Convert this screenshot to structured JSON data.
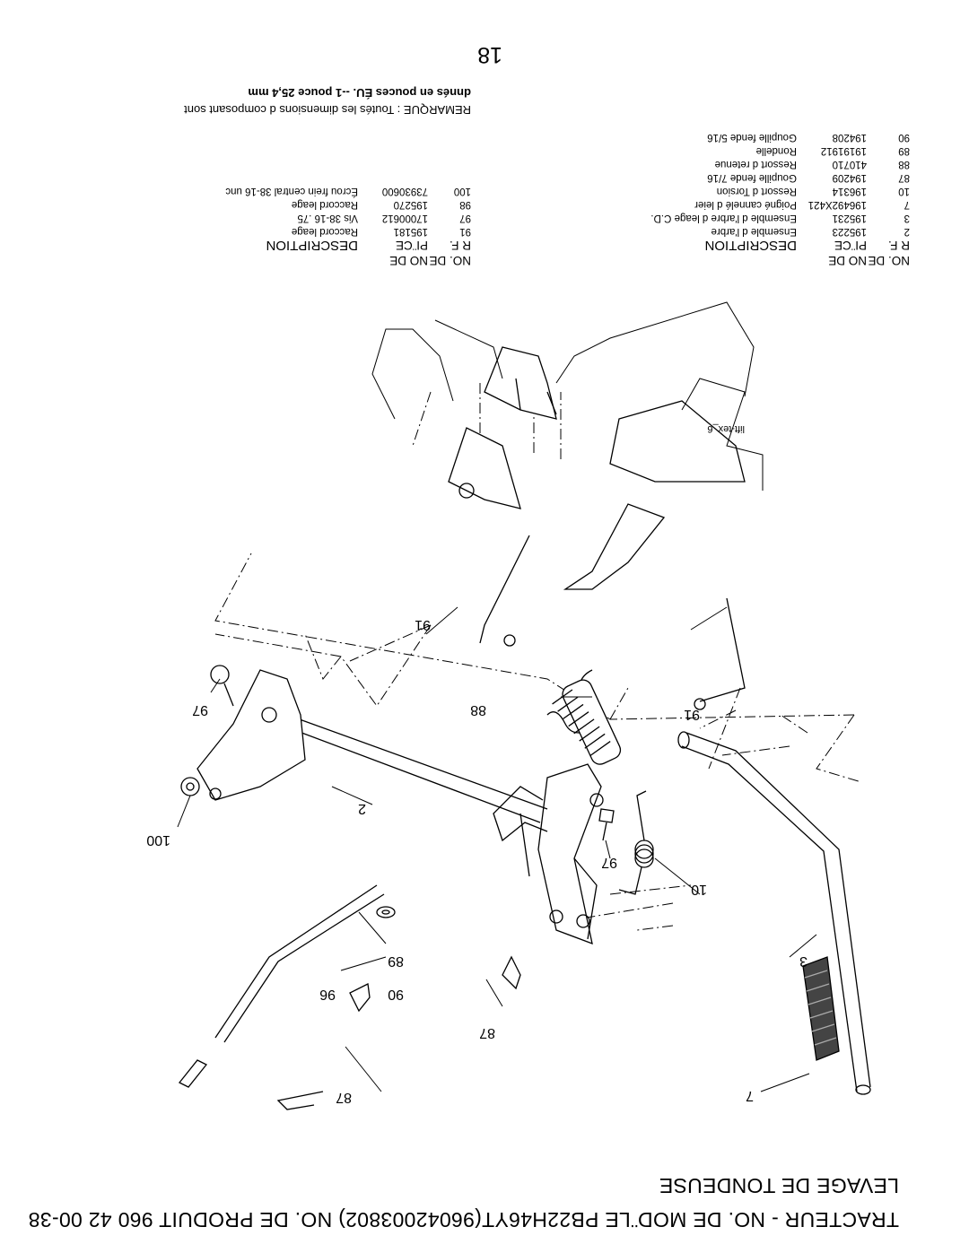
{
  "header": {
    "title_line1": "TRACTEUR - NO. DE MOD¨LE PB22H46YT(96042003802)    NO. DE PRODUIT 960 42 00-38",
    "title_line2": "LEVAGE DE TONDEUSE"
  },
  "diagram": {
    "callouts": {
      "c7": "7",
      "c87a": "87",
      "c3": "3",
      "c96": "96",
      "c90": "90",
      "c87b": "87",
      "c89": "89",
      "c10": "10",
      "c97a": "97",
      "c100": "100",
      "c2": "2",
      "c97b": "97",
      "c88": "88",
      "c91a": "91",
      "c91b": "91"
    },
    "figure_code": "lift-tex_6"
  },
  "table_left": {
    "headers": {
      "ref": "NO. DE R F.",
      "part": "NO DE PI¨CE",
      "desc": "DESCRIPTION"
    },
    "rows": [
      {
        "ref": "2",
        "part": "195223",
        "desc": "Ensemble d l'arbre"
      },
      {
        "ref": "3",
        "part": "195231",
        "desc": "Ensemble d l'arbre d leage C.D."
      },
      {
        "ref": "7",
        "part": "196492X421",
        "desc": "Poigné cannelé d leier"
      },
      {
        "ref": "10",
        "part": "196314",
        "desc": "Ressort  d Torsion"
      },
      {
        "ref": "87",
        "part": "194209",
        "desc": "Goupille  fende  7/16"
      },
      {
        "ref": "88",
        "part": "410710",
        "desc": "Ressort d retenue"
      },
      {
        "ref": "89",
        "part": "19191912",
        "desc": "Rondelle"
      },
      {
        "ref": "90",
        "part": "194208",
        "desc": "Goupille  fende  5/16"
      }
    ]
  },
  "table_right": {
    "headers": {
      "ref": "NO. DE R F.",
      "part": "NO DE PI¨CE",
      "desc": "DESCRIPTION"
    },
    "rows": [
      {
        "ref": "91",
        "part": "195181",
        "desc": "Raccord leage"
      },
      {
        "ref": "97",
        "part": "17000612",
        "desc": "Vis 38-16  .75"
      },
      {
        "ref": "98",
        "part": "195270",
        "desc": "Raccord leage"
      },
      {
        "ref": "100",
        "part": "73930600",
        "desc": "Écrou frein central 38-16 unc"
      }
    ]
  },
  "note": {
    "line1": "REMARQUE : Toutés les dimensions d composant sont",
    "line2": "dnnés en pouces ÉU. --1 pouce  25,4 mm"
  },
  "footer": {
    "page_number": "18"
  }
}
